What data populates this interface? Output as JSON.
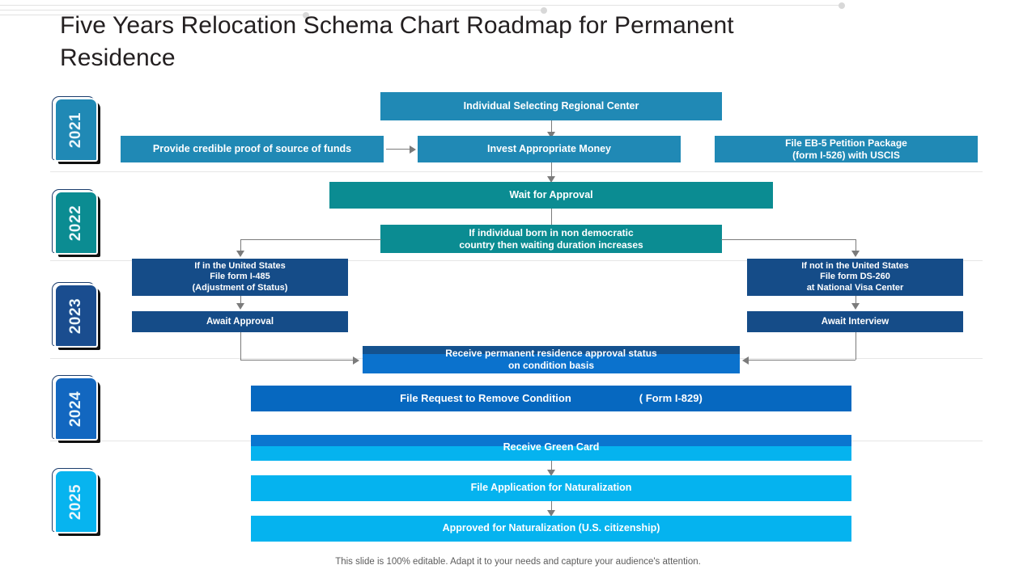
{
  "slide": {
    "title": "Five Years Relocation Schema Chart Roadmap for Permanent Residence",
    "footer": "This slide is 100% editable. Adapt it to your needs and capture your audience's attention."
  },
  "colors": {
    "year_2021": "#2089b5",
    "year_2022": "#0b8c92",
    "year_2023": "#1a4d8f",
    "year_2024": "#1267c0",
    "year_2025": "#07b4ef",
    "box_2021": "#2089b5",
    "box_2022": "#0b8c92",
    "box_2023": "#154c88",
    "box_2024": "#0668c0",
    "box_2025": "#05b3ef",
    "stripe_dark": "#14528f",
    "connector": "#7b7b7b",
    "title_text": "#231f20",
    "footer_text": "#5c5c5c"
  },
  "years": [
    {
      "label": "2021",
      "color": "#2089b5"
    },
    {
      "label": "2022",
      "color": "#0b8c92"
    },
    {
      "label": "2023",
      "color": "#1a4d8f"
    },
    {
      "label": "2024",
      "color": "#1267c0"
    },
    {
      "label": "2025",
      "color": "#07b4ef"
    }
  ],
  "nodes": {
    "individual_selecting": "Individual Selecting Regional Center",
    "provide_proof": "Provide credible proof of source of funds",
    "invest_money": "Invest Appropriate Money",
    "file_eb5_line1": "File EB-5 Petition Package",
    "file_eb5_line2": "(form I-526) with USCIS",
    "wait_approval": "Wait for Approval",
    "non_democratic_line1": "If individual born in non democratic",
    "non_democratic_line2": "country then waiting duration increases",
    "in_us_line1": "If in the United  States",
    "in_us_line2": "File  form I-485",
    "in_us_line3": "(Adjustment of  Status)",
    "not_in_us_line1": "If not in the United  States",
    "not_in_us_line2": "File  form DS-260",
    "not_in_us_line3": "at National  Visa Center",
    "await_approval": "Await Approval",
    "await_interview": "Await Interview",
    "receive_status_line1": "Receive permanent residence approval status",
    "receive_status_line2": "on condition  basis",
    "remove_condition": "File Request to Remove Condition",
    "remove_condition_form": "( Form I-829)",
    "receive_green_card": "Receive Green Card",
    "file_naturalization": "File Application for Naturalization",
    "approved_naturalization": "Approved for Naturalization (U.S. citizenship)"
  }
}
